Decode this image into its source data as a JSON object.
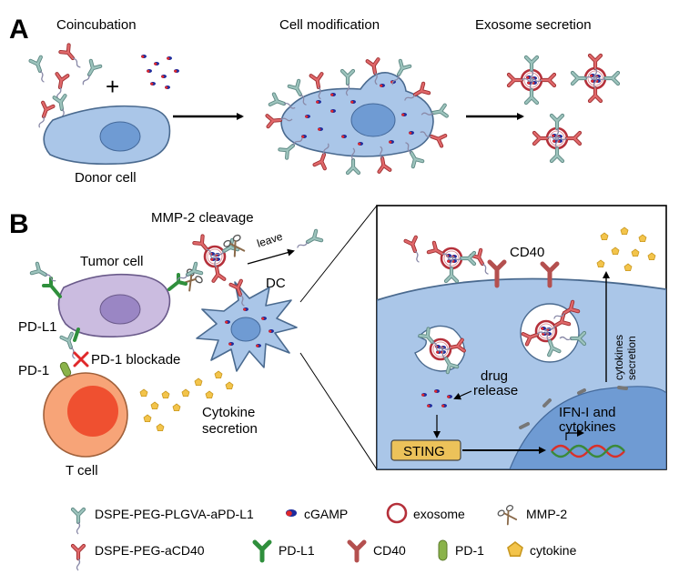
{
  "panel_a": {
    "letter": "A",
    "coincubation": "Coincubation",
    "plus": "+",
    "donor_cell": "Donor cell",
    "cell_modification": "Cell modification",
    "exosome_secretion": "Exosome secretion"
  },
  "panel_b": {
    "letter": "B",
    "mmp2_cleavage": "MMP-2 cleavage",
    "leave": "leave",
    "tumor_cell": "Tumor cell",
    "dc": "DC",
    "pd_l1": "PD-L1",
    "pd1_blockade": "PD-1 blockade",
    "pd_1": "PD-1",
    "t_cell": "T cell",
    "cytokine_secretion_1": "Cytokine",
    "cytokine_secretion_2": "secretion",
    "cd40": "CD40",
    "drug_release_1": "drug",
    "drug_release_2": "release",
    "sting": "STING",
    "cytokines_1": "cytokines",
    "secretion": "secretion",
    "ifn_1": "IFN-I and",
    "ifn_2": "cytokines"
  },
  "legend": {
    "row1": [
      "DSPE-PEG-PLGVA-aPD-L1",
      "cGAMP",
      "exosome",
      "MMP-2"
    ],
    "row2": [
      "DSPE-PEG-aCD40",
      "PD-L1",
      "CD40",
      "PD-1",
      "cytokine"
    ]
  },
  "colors": {
    "cell_blue": "#aac6e8",
    "nucleus_blue": "#6f9bd3",
    "tumor_purple": "#cbbce0",
    "tcell_orange": "#f7a478",
    "antibody_teal": "#8fb7b0",
    "antibody_red": "#d9575a",
    "pdl1_green": "#2f8f3c",
    "cd40_brown": "#b4504f",
    "pd1_green": "#8ab34a",
    "cytokine_yellow": "#f3c44b",
    "sting_yellow": "#ecc25a",
    "exosome_red": "#b5303a"
  }
}
